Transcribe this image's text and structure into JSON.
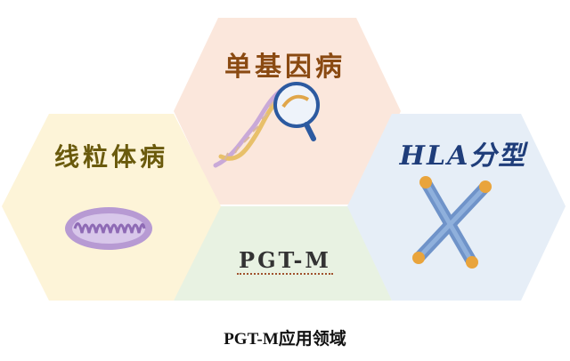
{
  "hexagons": {
    "top": {
      "label": "单基因病",
      "fill": "#fbe7dc"
    },
    "left": {
      "label": "线粒体病",
      "fill": "#fdf4d8"
    },
    "right": {
      "label": "HLA分型",
      "fill": "#e6eef7"
    },
    "center": {
      "label": "PGT-M",
      "fill": "#e8f2e2"
    }
  },
  "icons": {
    "top": "dna-magnifier-icon",
    "left": "mitochondrion-icon",
    "right": "chromosome-icon"
  },
  "caption": "PGT-M应用领域"
}
